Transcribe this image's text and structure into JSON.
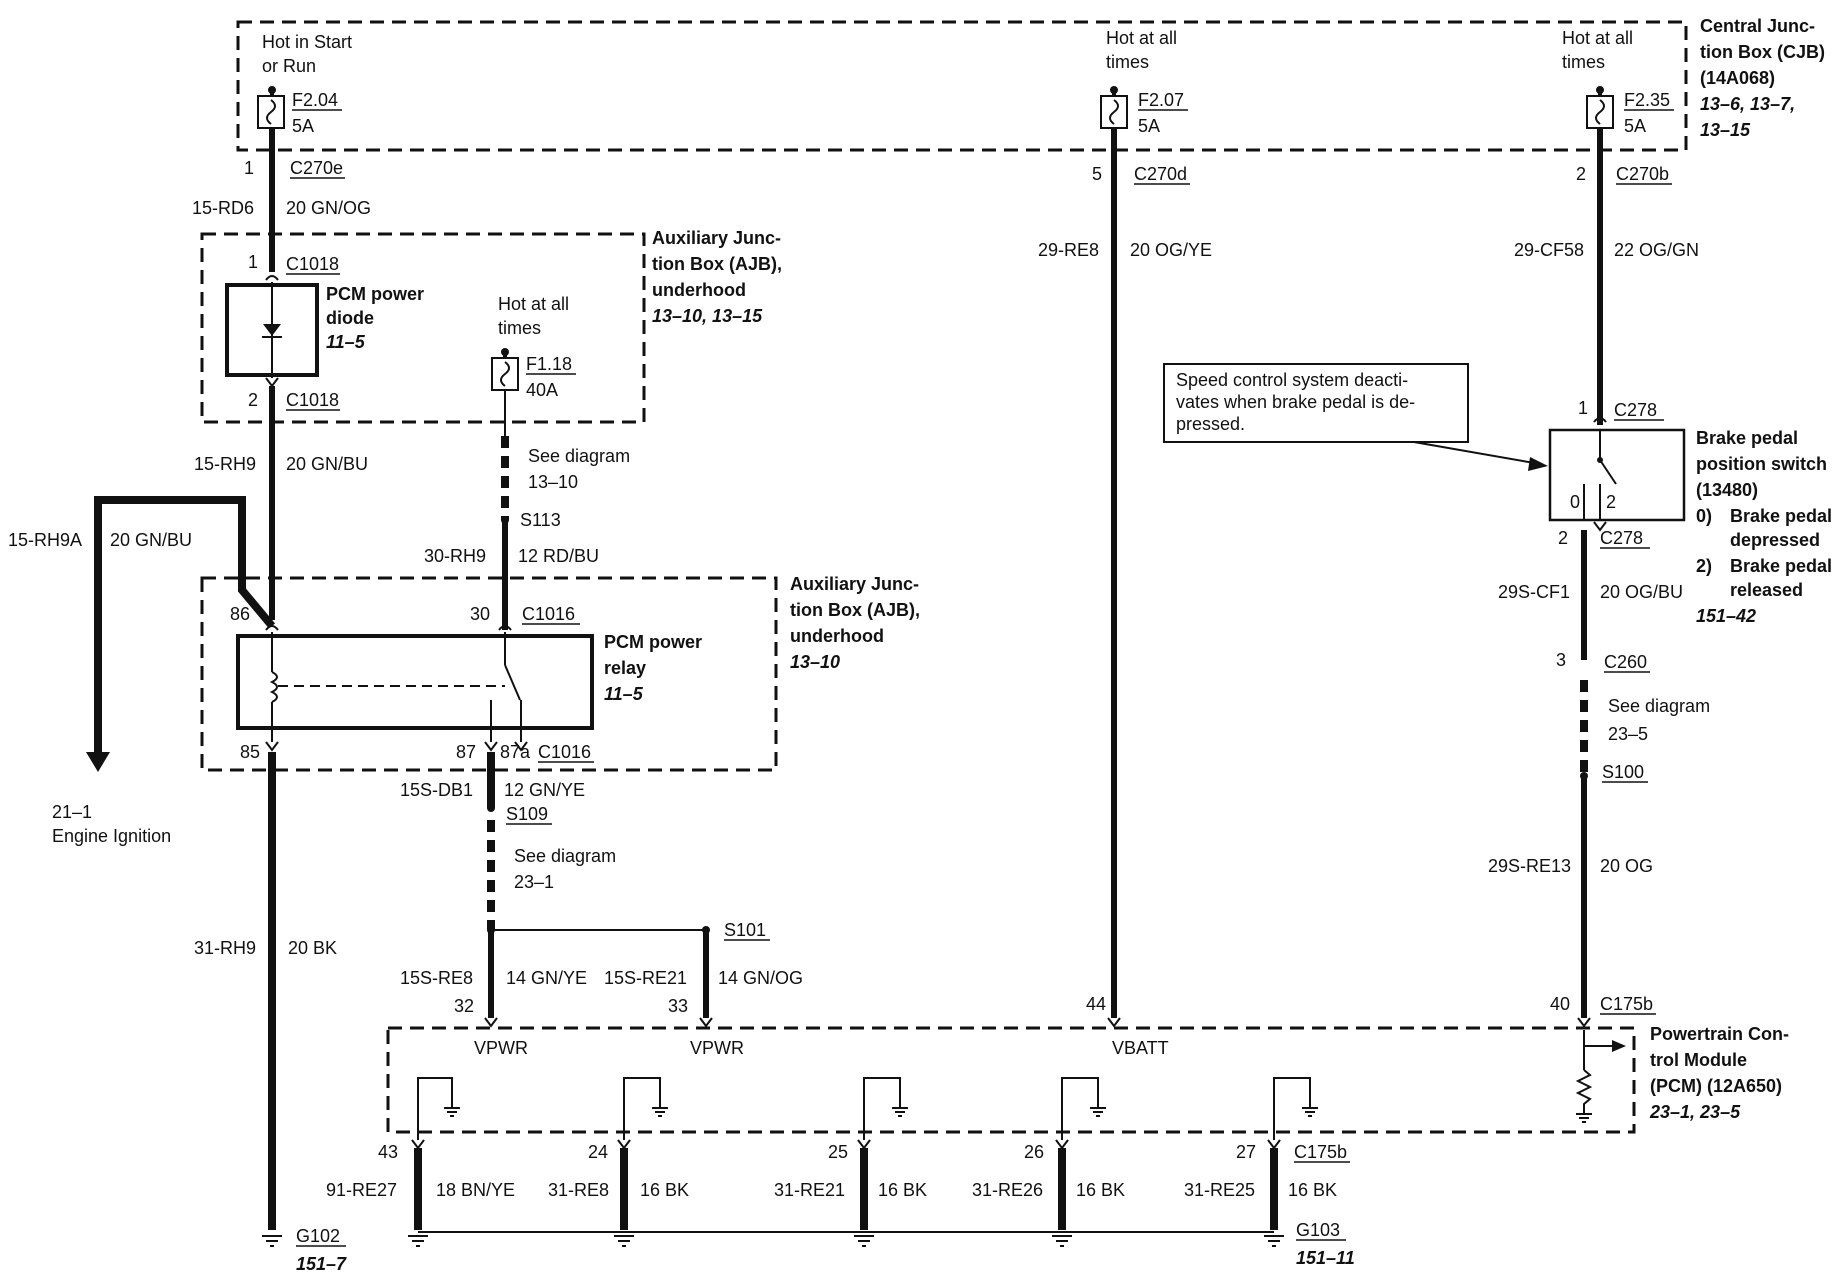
{
  "cjb": {
    "title": [
      "Central Junc-",
      "tion Box (CJB)",
      "(14A068)"
    ],
    "refs": [
      "13–6, 13–7,",
      "13–15"
    ],
    "fuse1": {
      "note": [
        "Hot in Start",
        "or Run"
      ],
      "id": "F2.04",
      "amps": "5A",
      "pin": "1",
      "conn": "C270e"
    },
    "fuse2": {
      "note": [
        "Hot at all",
        "times"
      ],
      "id": "F2.07",
      "amps": "5A",
      "pin": "5",
      "conn": "C270d"
    },
    "fuse3": {
      "note": [
        "Hot at all",
        "times"
      ],
      "id": "F2.35",
      "amps": "5A",
      "pin": "2",
      "conn": "C270b"
    }
  },
  "wires": {
    "w1": {
      "circuit": "15-RD6",
      "spec": "20 GN/OG"
    },
    "w2": {
      "circuit": "29-RE8",
      "spec": "20 OG/YE"
    },
    "w3": {
      "circuit": "29-CF58",
      "spec": "22 OG/GN"
    },
    "w4": {
      "circuit": "15-RH9",
      "spec": "20 GN/BU"
    },
    "w5": {
      "circuit": "15-RH9A",
      "spec": "20 GN/BU"
    },
    "w6": {
      "circuit": "30-RH9",
      "spec": "12 RD/BU"
    },
    "w7": {
      "circuit": "29S-CF1",
      "spec": "20 OG/BU"
    },
    "w8": {
      "circuit": "15S-DB1",
      "spec": "12 GN/YE"
    },
    "w9": {
      "circuit": "31-RH9",
      "spec": "20 BK"
    },
    "w10": {
      "circuit": "15S-RE8",
      "spec": "14 GN/YE"
    },
    "w11": {
      "circuit": "15S-RE21",
      "spec": "14 GN/OG"
    },
    "w12": {
      "circuit": "29S-RE13",
      "spec": "20 OG"
    },
    "g1": {
      "circuit": "91-RE27",
      "spec": "18 BN/YE"
    },
    "g2": {
      "circuit": "31-RE8",
      "spec": "16 BK"
    },
    "g3": {
      "circuit": "31-RE21",
      "spec": "16 BK"
    },
    "g4": {
      "circuit": "31-RE26",
      "spec": "16 BK"
    },
    "g5": {
      "circuit": "31-RE25",
      "spec": "16 BK"
    }
  },
  "ajb1": {
    "title": [
      "Auxiliary Junc-",
      "tion Box (AJB),",
      "underhood"
    ],
    "refs": "13–10, 13–15",
    "conn": "C1018",
    "pin_in": "1",
    "pin_out": "2",
    "diode": {
      "label": [
        "PCM power",
        "diode"
      ],
      "ref": "11–5"
    },
    "fuse": {
      "note": [
        "Hot at all",
        "times"
      ],
      "id": "F1.18",
      "amps": "40A"
    }
  },
  "ajb2": {
    "title": [
      "Auxiliary Junc-",
      "tion Box (AJB),",
      "underhood"
    ],
    "refs": "13–10",
    "conn": "C1016",
    "relay": {
      "label": [
        "PCM power",
        "relay"
      ],
      "ref": "11–5"
    },
    "pins": {
      "p86": "86",
      "p30": "30",
      "p85": "85",
      "p87": "87",
      "p87a": "87a"
    }
  },
  "see": {
    "s1": [
      "See diagram",
      "13–10"
    ],
    "s2": [
      "See diagram",
      "23–1"
    ],
    "s3": [
      "See diagram",
      "23–5"
    ]
  },
  "splices": {
    "s113": "S113",
    "s109": "S109",
    "s101": "S101",
    "s100": "S100"
  },
  "ignition": {
    "ref": "21–1",
    "label": "Engine Ignition"
  },
  "note_box": [
    "Speed control system deacti-",
    "vates when brake pedal is de-",
    "pressed."
  ],
  "bpp": {
    "title": [
      "Brake pedal",
      "position switch",
      "(13480)"
    ],
    "c278": "C278",
    "pin1": "1",
    "pin2": "2",
    "pos0": "0",
    "pos2": "2",
    "legend": [
      {
        "key": "0)",
        "text": [
          "Brake pedal",
          "depressed"
        ]
      },
      {
        "key": "2)",
        "text": [
          "Brake pedal",
          "released"
        ]
      }
    ],
    "ref": "151–42"
  },
  "c260": {
    "conn": "C260",
    "pin": "3"
  },
  "pcm": {
    "title": [
      "Powertrain Con-",
      "trol Module",
      "(PCM) (12A650)"
    ],
    "refs": "23–1, 23–5",
    "conn": "C175b",
    "pins_top": {
      "p32": "32",
      "p33": "33",
      "p44": "44",
      "p40": "40"
    },
    "vpwr": "VPWR",
    "vbatt": "VBATT",
    "pins_bottom": {
      "p43": "43",
      "p24": "24",
      "p25": "25",
      "p26": "26",
      "p27": "27"
    }
  },
  "grounds": {
    "g102": {
      "id": "G102",
      "ref": "151–7"
    },
    "g103": {
      "id": "G103",
      "ref": "151–11"
    }
  }
}
